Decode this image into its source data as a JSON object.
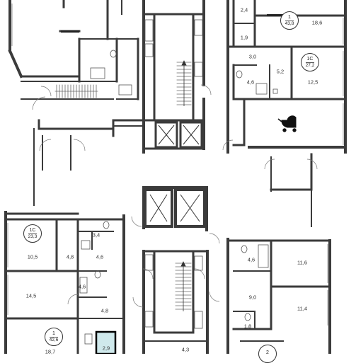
{
  "colors": {
    "wall": "#3b3b3b",
    "thin_line": "#666666",
    "background": "#ffffff",
    "highlight_room": "#cfe9ec",
    "highlight_border": "#000000",
    "stroller_icon": "#111111"
  },
  "apartments": [
    {
      "id": "apt-top-1",
      "type": "1",
      "area": "43,8"
    },
    {
      "id": "apt-top-1c",
      "type": "1С",
      "area": "27,2"
    },
    {
      "id": "apt-left-1c",
      "type": "1С",
      "area": "23,3"
    },
    {
      "id": "apt-left-1",
      "type": "1",
      "area": "42,6"
    },
    {
      "id": "apt-bottom-2",
      "type": "2",
      "area": ""
    }
  ],
  "room_areas": [
    {
      "id": "r-2-4",
      "value": "2,4"
    },
    {
      "id": "r-18-6",
      "value": "18,6"
    },
    {
      "id": "r-1-9",
      "value": "1,9"
    },
    {
      "id": "r-3-0",
      "value": "3,0"
    },
    {
      "id": "r-5-2",
      "value": "5,2"
    },
    {
      "id": "r-4-6-a",
      "value": "4,6"
    },
    {
      "id": "r-12-5",
      "value": "12,5"
    },
    {
      "id": "r-3-4",
      "value": "3,4"
    },
    {
      "id": "r-10-5",
      "value": "10,5"
    },
    {
      "id": "r-4-8-a",
      "value": "4,8"
    },
    {
      "id": "r-4-6-b",
      "value": "4,6"
    },
    {
      "id": "r-4-6-c",
      "value": "4,6"
    },
    {
      "id": "r-14-5",
      "value": "14,5"
    },
    {
      "id": "r-4-8-b",
      "value": "4,8"
    },
    {
      "id": "r-18-7",
      "value": "18,7"
    },
    {
      "id": "r-2-9",
      "value": "2,9"
    },
    {
      "id": "r-4-3",
      "value": "4,3"
    },
    {
      "id": "r-4-6-d",
      "value": "4,6"
    },
    {
      "id": "r-11-6",
      "value": "11,6"
    },
    {
      "id": "r-9-0",
      "value": "9,0"
    },
    {
      "id": "r-11-4",
      "value": "11,4"
    },
    {
      "id": "r-1-8",
      "value": "1,8"
    }
  ],
  "icons": {
    "stroller": "stroller-icon",
    "elevator": "elevator-shaft-icon",
    "stairs": "staircase-icon"
  },
  "highlighted_room": "r-2-9"
}
